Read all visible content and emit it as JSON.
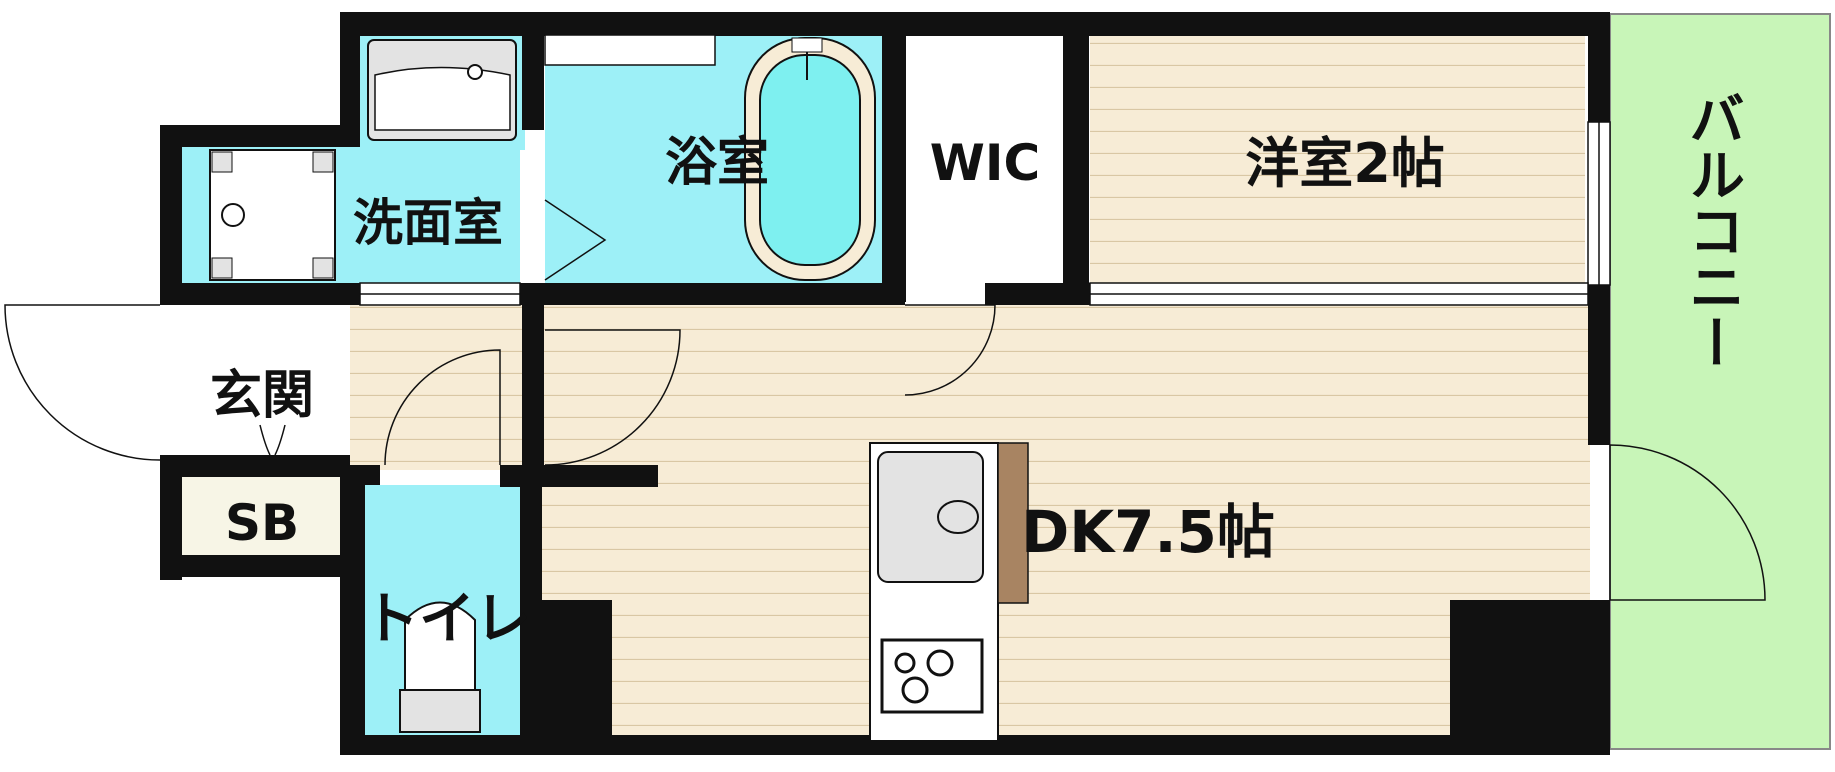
{
  "labels": {
    "washroom": "洗面室",
    "bath": "浴室",
    "wic": "WIC",
    "western_room": "洋室2帖",
    "entrance": "玄関",
    "shoe_box": "SB",
    "toilet": "トイレ",
    "dining_kitchen": "DK7.5帖",
    "balcony": "バルコニー"
  },
  "colors": {
    "wall": "#111111",
    "wet_area": "#9df0f7",
    "floor": "#f7ecd6",
    "floor_line": "#d9c7a4",
    "balcony": "#c8f5b8",
    "counter": "#a88462",
    "fixture": "#e3e3e3"
  }
}
